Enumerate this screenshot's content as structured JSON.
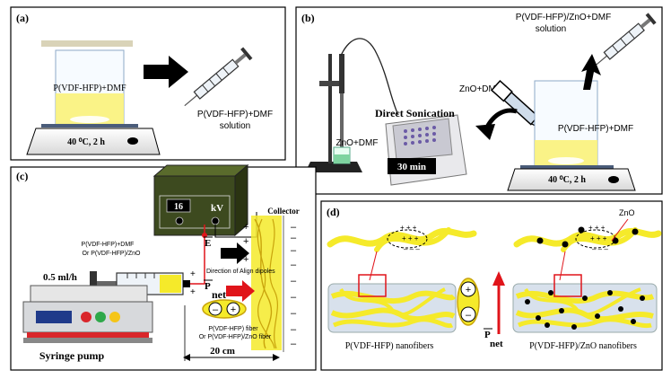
{
  "panels": {
    "a": {
      "label": "(a)",
      "beaker_text": "P(VDF-HFP)+DMF",
      "output_line1": "P(VDF-HFP)+DMF",
      "output_line2": "solution",
      "condition": "40 ⁰C, 2 h"
    },
    "b": {
      "label": "(b)",
      "output_line1": "P(VDF-HFP)/ZnO+DMF",
      "output_line2": "solution",
      "zno_dmf_left": "ZnO+DMF",
      "zno_dmf_beaker": "ZnO+DMF",
      "device_title": "Direct Sonication",
      "timer": "30 min",
      "beaker_text": "P(VDF-HFP)+DMF",
      "condition": "40 ⁰C, 2 h"
    },
    "c": {
      "label": "(c)",
      "voltage": "16",
      "unit": "kV",
      "collector": "Collector",
      "solution_line1": "P(VDF-HFP)+DMF",
      "solution_line2": "Or P(VDF-HFP)/ZnO",
      "flow": "0.5 ml/h",
      "e_field": "E",
      "dipole_label": "Direction of Align dipoles",
      "p_net": "P",
      "p_net_sub": "net",
      "fiber_line1": "P(VDF-HFP) fiber",
      "fiber_line2": "Or P(VDF-HFP)/ZnO fiber",
      "distance": "20 cm",
      "pump": "Syringe pump"
    },
    "d": {
      "label": "(d)",
      "zno": "ZnO",
      "caption_left": "P(VDF-HFP) nanofibers",
      "caption_right": "P(VDF-HFP)/ZnO nanofibers",
      "p_net": "P",
      "p_net_sub": "net"
    }
  },
  "colors": {
    "fiber": "#f5ea2a",
    "solution": "#f9f27a",
    "arrow_red": "#e0141a",
    "box_red": "#e0141a",
    "power_supply": "#3d4a1f"
  }
}
